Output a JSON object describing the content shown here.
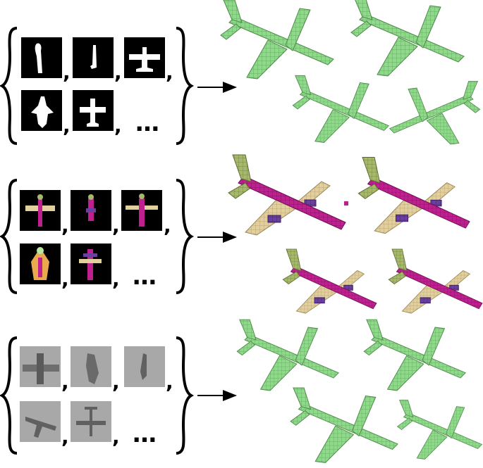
{
  "rows": [
    {
      "name": "silhouettes",
      "input_style": "binary-silhouette",
      "thumb_bg": "#000000",
      "trailing": "…",
      "output_color": "#8fd98a",
      "output_count": 4
    },
    {
      "name": "semantic-parts",
      "input_style": "part-segmentation",
      "thumb_bg": "#000000",
      "trailing": "…",
      "part_colors": {
        "fuselage": "#c0208f",
        "wings": "#e2cf9e",
        "tail": "#a6b86a",
        "engines": "#6a3fa0"
      },
      "output_count": 4
    },
    {
      "name": "shaded-renders",
      "input_style": "grayscale-render",
      "thumb_bg": "#a8a8a8",
      "trailing": "…",
      "output_color": "#8fd98a",
      "output_count": 4
    }
  ],
  "separators": [
    ",",
    ",",
    ",",
    ","
  ],
  "icons": {
    "bracket": "curly-brace",
    "arrow": "right-arrow",
    "model": "voxel-airplane"
  }
}
